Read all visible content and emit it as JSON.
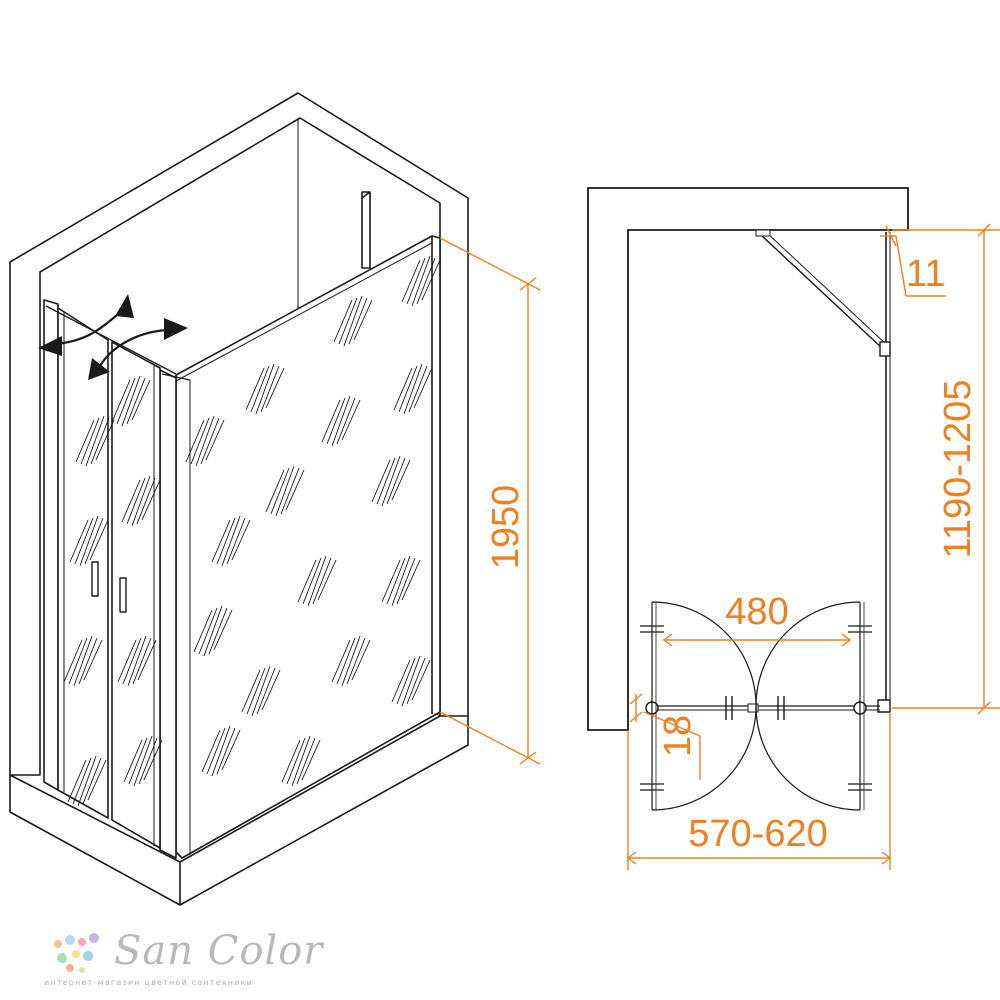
{
  "diagram": {
    "dimensions": {
      "height": "1950",
      "wall_gap": "11",
      "side_length": "1190-1205",
      "door_swing": "480",
      "profile": "18",
      "entry_width": "570-620"
    }
  },
  "colors": {
    "line": "#1a1a1a",
    "dimension": "#f0801e",
    "brand": "#b9b9b9"
  },
  "brand": {
    "name": "San Color",
    "tagline": "интернет-магазин цветной сантехники"
  }
}
